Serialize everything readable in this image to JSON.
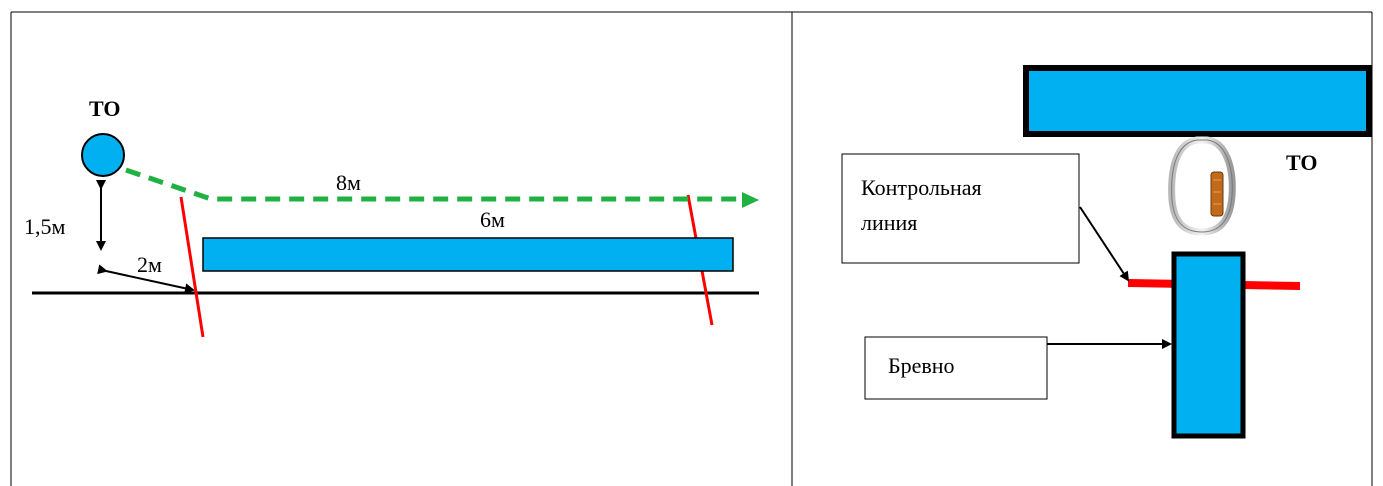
{
  "left_panel": {
    "to_label": "ТО",
    "height_label": "1,5м",
    "distance_label": "2м",
    "travel_label": "8м",
    "log_length_label": "6м"
  },
  "right_panel": {
    "to_label": "ТО",
    "control_line_callout": {
      "line1": "Контрольная",
      "line2": "линия"
    },
    "log_callout": "Бревно"
  },
  "colors": {
    "log_fill": "#00b0f0",
    "control_line": "#ff0000",
    "travel_path": "#1fb141",
    "outline": "#000000"
  },
  "icons": {
    "carabiner": "carabiner-icon",
    "arrowheads": "arrowhead"
  }
}
